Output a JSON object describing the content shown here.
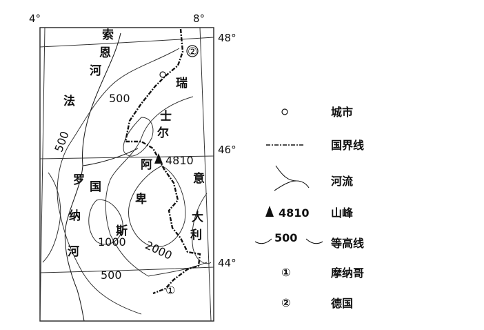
{
  "axes": {
    "lon_left": "4°",
    "lon_right": "8°",
    "lat_top": "48°",
    "lat_mid": "46°",
    "lat_bottom": "44°"
  },
  "map_labels": {
    "france": [
      "法",
      "国"
    ],
    "saone": [
      "索",
      "恩",
      "河"
    ],
    "rhone": [
      "罗",
      "纳",
      "河"
    ],
    "alps": [
      "阿",
      "尔",
      "卑",
      "斯"
    ],
    "swiss": [
      "瑞",
      "士"
    ],
    "italy": [
      "意",
      "大",
      "利"
    ],
    "peak": "4810",
    "contours": [
      "500",
      "500",
      "1000",
      "2000",
      "500"
    ],
    "markers": [
      "②",
      "①"
    ]
  },
  "legend": {
    "items": [
      {
        "symbol": "city",
        "label": "城市"
      },
      {
        "symbol": "border",
        "label": "国界线"
      },
      {
        "symbol": "river",
        "label": "河流"
      },
      {
        "symbol": "peak",
        "value": "4810",
        "label": "山峰"
      },
      {
        "symbol": "contour",
        "value": "500",
        "label": "等高线"
      },
      {
        "symbol": "①",
        "label": "摩纳哥"
      },
      {
        "symbol": "②",
        "label": "德国"
      }
    ]
  }
}
